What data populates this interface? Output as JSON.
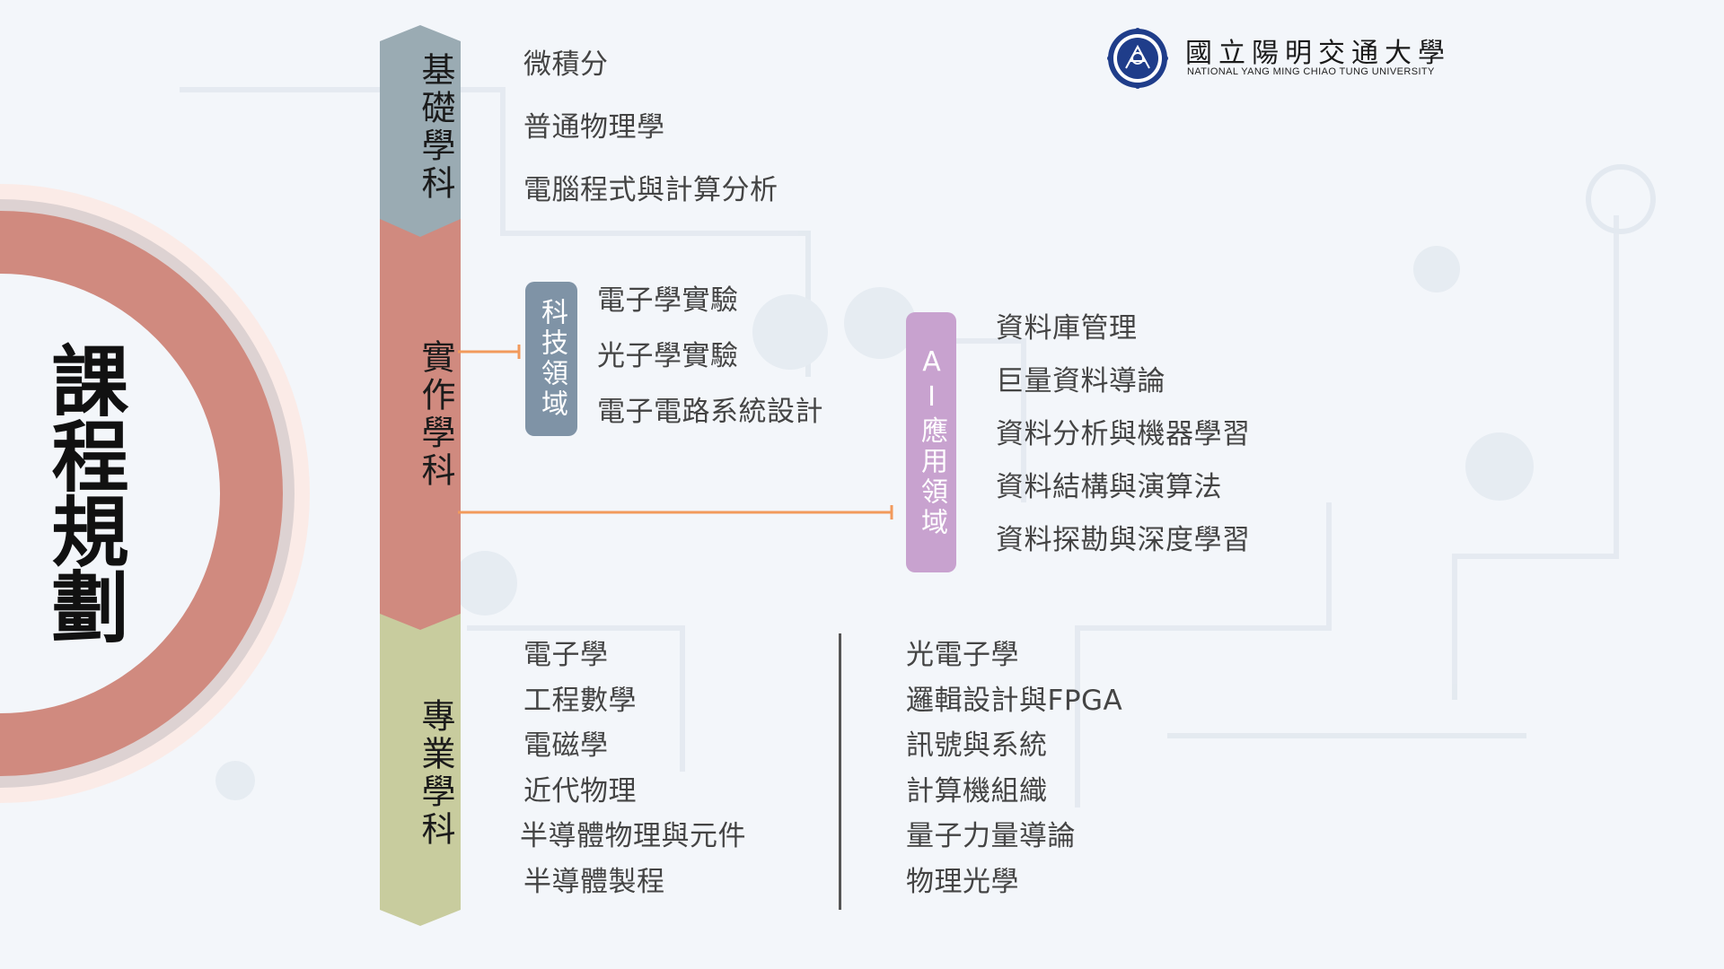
{
  "title": "課程規劃",
  "logo": {
    "name_cn": "國立陽明交通大學",
    "name_en": "NATIONAL YANG MING CHIAO TUNG UNIVERSITY"
  },
  "categories": [
    {
      "label": "基礎學科",
      "color": "#9aabb3"
    },
    {
      "label": "實作學科",
      "color": "#d08a7f"
    },
    {
      "label": "專業學科",
      "color": "#c8cc9e"
    }
  ],
  "basic_courses": [
    "微積分",
    "普通物理學",
    "電腦程式與計算分析"
  ],
  "tech_domain": {
    "label": "科技領域",
    "color": "#7f93a6",
    "courses": [
      "電子學實驗",
      "光子學實驗",
      "電子電路系統設計"
    ]
  },
  "ai_domain": {
    "label": "AI應用領域",
    "color": "#c8a2cf",
    "courses": [
      "資料庫管理",
      "巨量資料導論",
      "資料分析與機器學習",
      "資料結構與演算法",
      "資料探勘與深度學習"
    ]
  },
  "professional_left": [
    "電子學",
    "工程數學",
    "電磁學",
    "近代物理",
    "半導體物理與元件",
    "半導體製程"
  ],
  "professional_right": [
    "光電子學",
    "邏輯設計與FPGA",
    "訊號與系統",
    "計算機組織",
    "量子力量導論",
    "物理光學"
  ],
  "colors": {
    "connector": "#f29a5c",
    "ring": "#d08a7f",
    "divider": "#555555"
  }
}
